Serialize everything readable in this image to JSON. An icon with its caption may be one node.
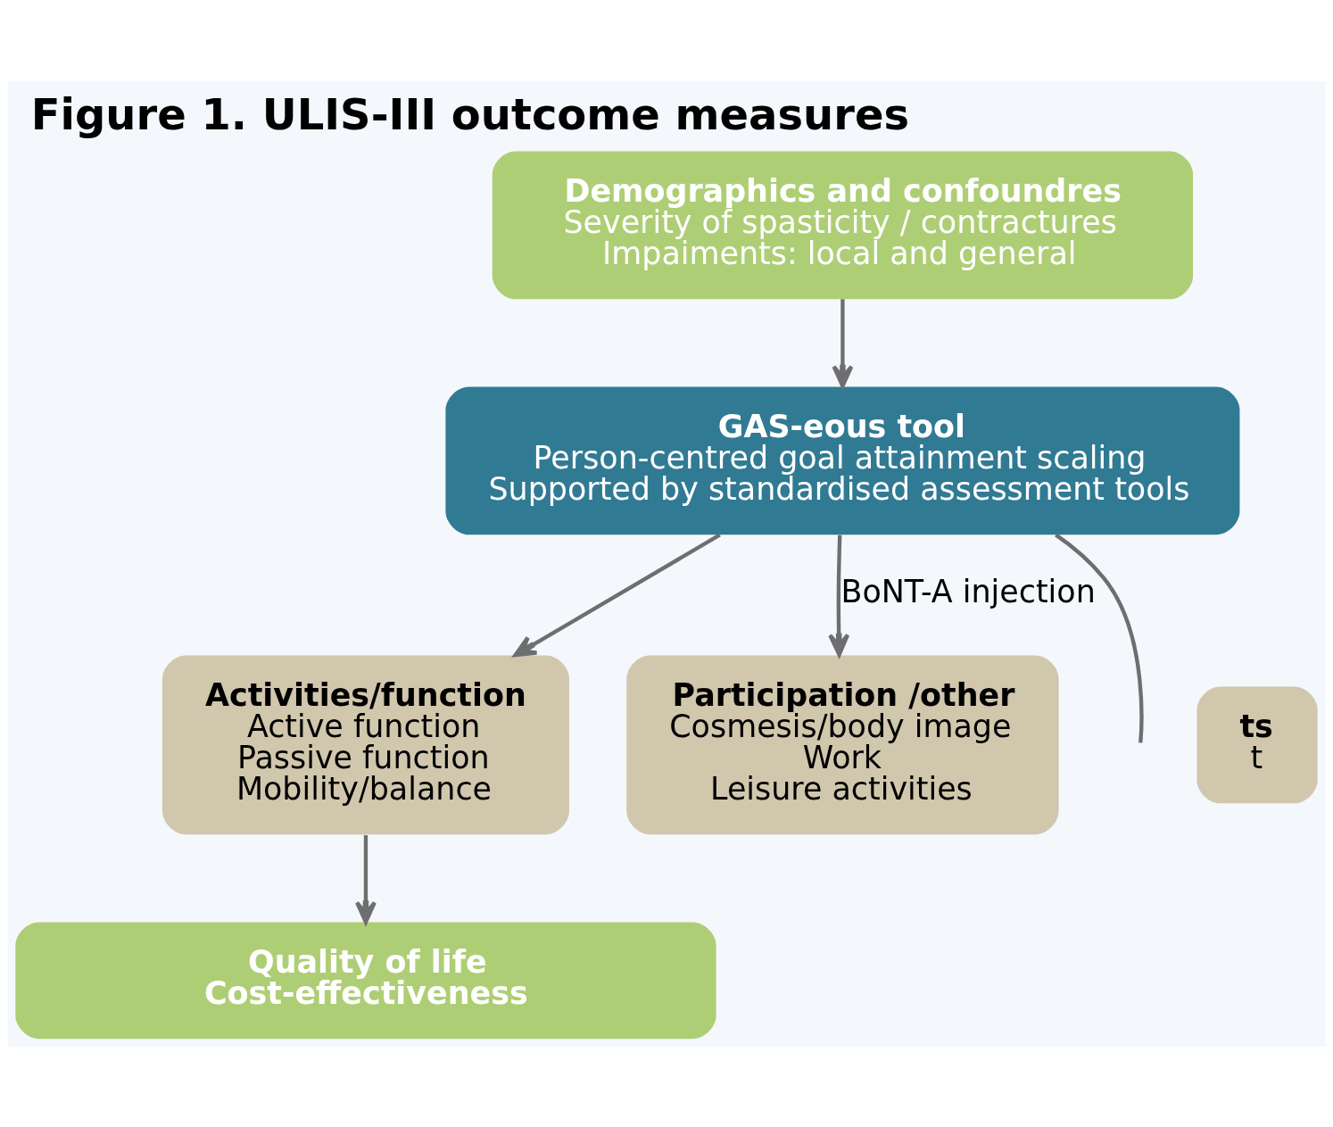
{
  "diagram": {
    "title": "Figure 1. ULIS-III outcome measures",
    "nodes": [
      {
        "text": [
          "Demographics and confoundres",
          "Severity of spasticity / contractures",
          "Impaiments: local and general"
        ]
      },
      {
        "text": [
          "GAS-eous tool",
          "Person-centred goal attainment scaling",
          "Supported by standardised assessment tools"
        ]
      },
      {
        "text": [
          "ts",
          "t"
        ]
      },
      {
        "text": [
          "Activities/function",
          "Active function",
          "Passive function",
          "Mobility/balance"
        ]
      },
      {
        "text": [
          "Participation /other",
          "Cosmesis/body image",
          "Work",
          "Leisure activities"
        ]
      },
      {
        "text": [
          "Quality of life",
          "Cost-effectiveness"
        ]
      }
    ],
    "edges": [
      {
        "from": 0,
        "to": 1,
        "arrow": "to"
      },
      {
        "from": 1,
        "to": null,
        "arrow": "none"
      },
      {
        "from": 1,
        "to": 3,
        "arrow": "to"
      },
      {
        "from": 1,
        "to": 4,
        "arrow": "to",
        "label": "BoNT-A injection"
      },
      {
        "from": 3,
        "to": 5,
        "arrow": "to"
      }
    ]
  }
}
